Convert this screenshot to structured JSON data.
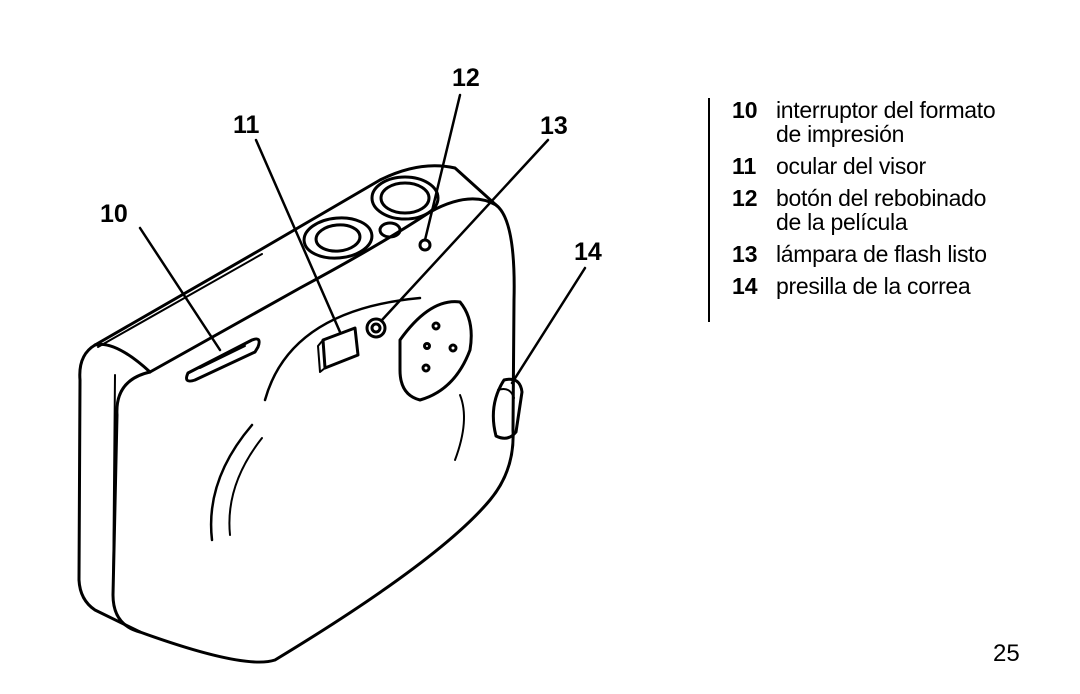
{
  "callouts": [
    "10",
    "11",
    "12",
    "13",
    "14"
  ],
  "legend": [
    {
      "num": "10",
      "text": "interruptor del formato\nde impresión"
    },
    {
      "num": "11",
      "text": "ocular del visor"
    },
    {
      "num": "12",
      "text": "botón del rebobinado\nde la película"
    },
    {
      "num": "13",
      "text": "lámpara de flash listo"
    },
    {
      "num": "14",
      "text": "presilla de la correa"
    }
  ],
  "page_number": "25"
}
